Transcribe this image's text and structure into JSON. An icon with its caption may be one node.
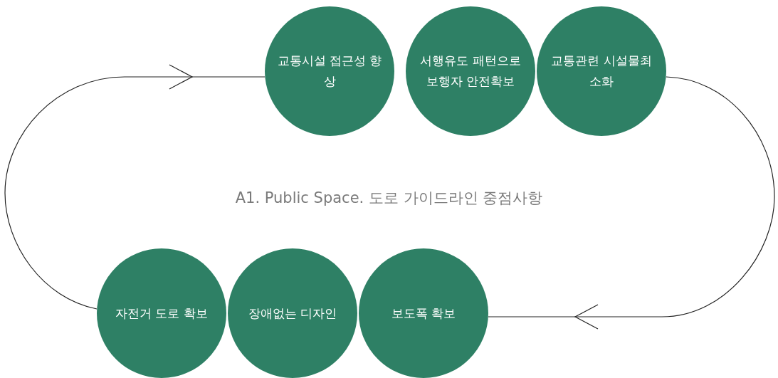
{
  "diagram": {
    "title": "A1. Public Space. 도로 가이드라인 중점사항",
    "nodes": [
      {
        "text": [
          "교통시설 접근성 향상"
        ]
      },
      {
        "text": [
          "서행유도 패턴으로 보행자 안전확보"
        ]
      },
      {
        "text": [
          "교통관련 시설물최소화"
        ]
      },
      {
        "text": [
          "자전거 도로 확보"
        ]
      },
      {
        "text": [
          "장애없는 디자인"
        ]
      },
      {
        "text": [
          "보도폭 확보"
        ]
      }
    ],
    "edges": [
      {
        "from": 3,
        "to": 0,
        "arrow": "to"
      },
      {
        "from": 2,
        "to": 5,
        "arrow": "to"
      }
    ]
  }
}
